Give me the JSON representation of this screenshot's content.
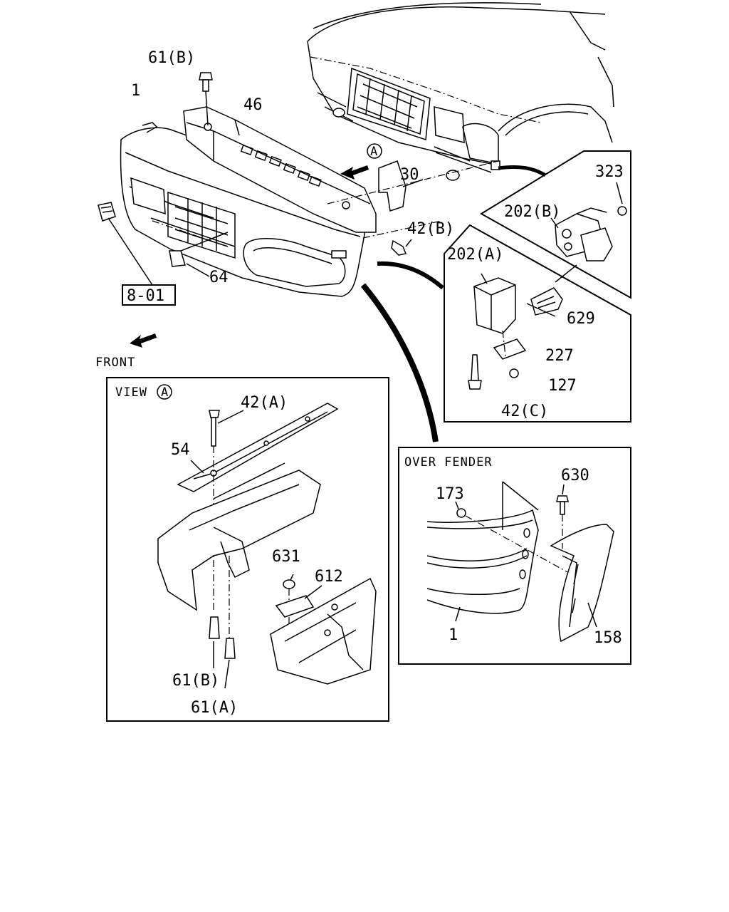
{
  "callouts": {
    "p61b_top": "61(B)",
    "p1_main": "1",
    "p46": "46",
    "viewA_marker": "A",
    "p30": "30",
    "p42b": "42(B)",
    "p64": "64",
    "ref_801": "8-01",
    "front": "FRONT",
    "p323": "323",
    "p202b": "202(B)",
    "p202a": "202(A)",
    "p629": "629",
    "p227": "227",
    "p127": "127",
    "p42c": "42(C)"
  },
  "view_a": {
    "title": "VIEW",
    "marker": "A",
    "labels": {
      "p42a": "42(A)",
      "p54": "54",
      "p631": "631",
      "p612": "612",
      "p61b": "61(B)",
      "p61a": "61(A)"
    }
  },
  "over_fender": {
    "title": "OVER FENDER",
    "labels": {
      "p630": "630",
      "p173": "173",
      "p1": "1",
      "p158": "158"
    }
  }
}
